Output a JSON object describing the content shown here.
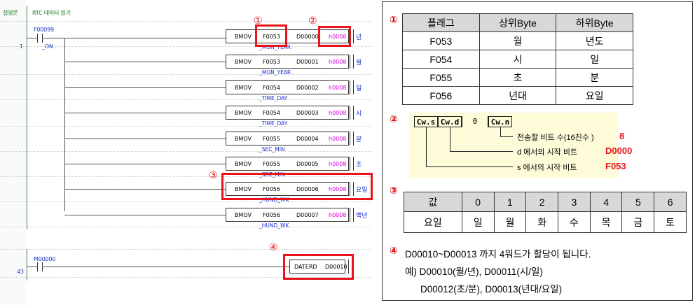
{
  "ladder": {
    "rung1": {
      "comment_tag": "설명문",
      "comment_text": "RTC 데이터 읽기",
      "step": "1",
      "contact": "F00099",
      "contact_sub": "_ON",
      "instructions": [
        {
          "op": "BMOV",
          "src": "F0053",
          "dst": "D00000",
          "val": "h0008",
          "sub": "_MON_YEAR",
          "side": "년"
        },
        {
          "op": "BMOV",
          "src": "F0053",
          "dst": "D00001",
          "val": "h0008",
          "sub": "_MON_YEAR",
          "side": "월"
        },
        {
          "op": "BMOV",
          "src": "F0054",
          "dst": "D00002",
          "val": "h0008",
          "sub": "_TIME_DAY",
          "side": "일"
        },
        {
          "op": "BMOV",
          "src": "F0054",
          "dst": "D00003",
          "val": "h0008",
          "sub": "_TIME_DAY",
          "side": "시"
        },
        {
          "op": "BMOV",
          "src": "F0055",
          "dst": "D00004",
          "val": "h0008",
          "sub": "_SEC_MIN",
          "side": "분"
        },
        {
          "op": "BMOV",
          "src": "F0055",
          "dst": "D00005",
          "val": "h0008",
          "sub": "_SEC_MIN",
          "side": "초"
        },
        {
          "op": "BMOV",
          "src": "F0056",
          "dst": "D00006",
          "val": "h0008",
          "sub": "_HUND_WK",
          "side": "요일"
        },
        {
          "op": "BMOV",
          "src": "F0056",
          "dst": "D00007",
          "val": "h0008",
          "sub": "_HUND_WK",
          "side": "백년"
        }
      ]
    },
    "rung2": {
      "step": "43",
      "contact": "M00000",
      "op": "DATERD",
      "dst": "D00010"
    },
    "markers": [
      "①",
      "②",
      "③",
      "④"
    ]
  },
  "panel": {
    "sec1": {
      "num": "①",
      "headers": [
        "플래그",
        "상위Byte",
        "하위Byte"
      ],
      "rows": [
        [
          "F053",
          "월",
          "년도"
        ],
        [
          "F054",
          "시",
          "일"
        ],
        [
          "F055",
          "초",
          "분"
        ],
        [
          "F056",
          "년대",
          "요일"
        ]
      ]
    },
    "sec2": {
      "num": "②",
      "boxes": [
        "Cw.s",
        "Cw.d",
        "0",
        "Cw.n"
      ],
      "lines": [
        {
          "label": "전송할 비트 수(16진수 )",
          "value": "8"
        },
        {
          "label": "d 에서의 시작 비트",
          "value": "D0000"
        },
        {
          "label": "s 에서의 시작 비트",
          "value": "F053"
        }
      ]
    },
    "sec3": {
      "num": "③",
      "header": [
        "값",
        "0",
        "1",
        "2",
        "3",
        "4",
        "5",
        "6"
      ],
      "row": [
        "요일",
        "일",
        "월",
        "화",
        "수",
        "목",
        "금",
        "토"
      ]
    },
    "sec4": {
      "num": "④",
      "line1": "D00010~D00013 까지 4워드가 할당이 됩니다.",
      "line2": "예) D00010(월/년), D00011(시/일)",
      "line3": "D00012(초/분), D00013(년대/요일)"
    }
  }
}
